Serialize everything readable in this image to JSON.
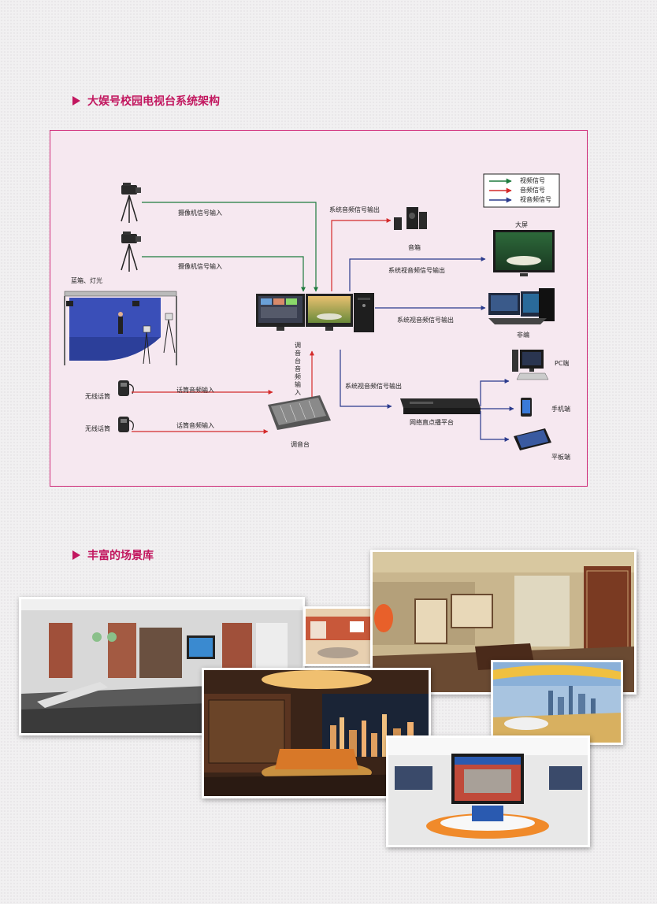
{
  "sections": {
    "architecture_title": "大娱号校园电视台系统架构",
    "scenes_title": "丰富的场景库"
  },
  "legend": {
    "video": "视频信号",
    "audio": "音频信号",
    "av": "视音频信号"
  },
  "nodes": {
    "blue_box_light": "蓝箱、灯光",
    "wireless_mic_1": "无线话筒",
    "wireless_mic_2": "无线话筒",
    "mixer": "调音台",
    "speaker": "音箱",
    "big_screen": "大屏",
    "editing": "非编",
    "streaming": "网络直点播平台",
    "pc": "PC端",
    "phone": "手机端",
    "tablet": "平板端"
  },
  "edges": {
    "camera_input_1": "摄像机信号输入",
    "camera_input_2": "摄像机信号输入",
    "mic_audio_1": "话筒音频输入",
    "mic_audio_2": "话筒音频输入",
    "mixer_audio_input": "调音台音频输入",
    "system_audio_out": "系统音频信号输出",
    "system_av_out_1": "系统视音频信号输出",
    "system_av_out_2": "系统视音频信号输出",
    "system_av_out_3": "系统视音频信号输出"
  },
  "colors": {
    "video": "#1e7b3e",
    "audio": "#d42a2a",
    "av": "#2a3a8c",
    "accent": "#c2175f"
  }
}
